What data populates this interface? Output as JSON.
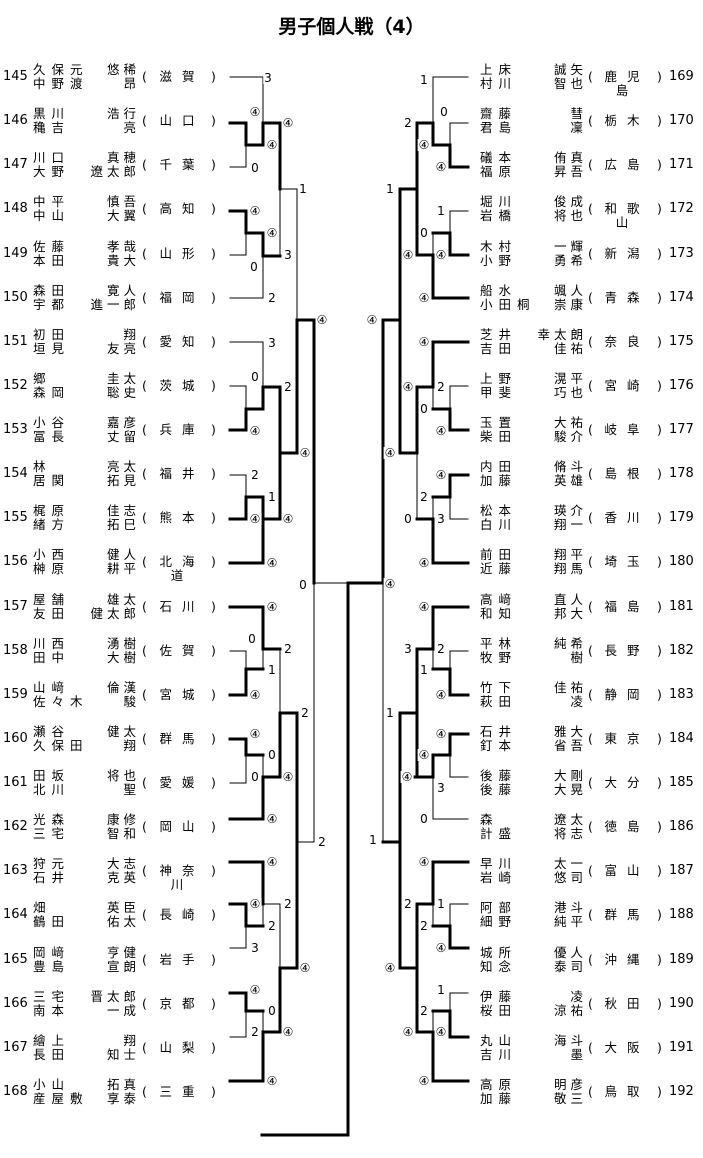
{
  "title": "男子個人戦（4）",
  "left_entries": [
    {
      "no": "145",
      "p1": [
        "久保元",
        "悠稀"
      ],
      "p2": [
        "中野渡",
        "昂"
      ],
      "pref": "滋賀"
    },
    {
      "no": "146",
      "p1": [
        "黒川",
        "浩行"
      ],
      "p2": [
        "穐吉",
        "亮"
      ],
      "pref": "山口"
    },
    {
      "no": "147",
      "p1": [
        "川口",
        "真穂"
      ],
      "p2": [
        "大野",
        "遼太郎"
      ],
      "pref": "千葉"
    },
    {
      "no": "148",
      "p1": [
        "中平",
        "慎吾"
      ],
      "p2": [
        "中山",
        "大翼"
      ],
      "pref": "高知"
    },
    {
      "no": "149",
      "p1": [
        "佐藤",
        "孝哉"
      ],
      "p2": [
        "本田",
        "貴大"
      ],
      "pref": "山形"
    },
    {
      "no": "150",
      "p1": [
        "森田",
        "寛人"
      ],
      "p2": [
        "宇都",
        "進一郎"
      ],
      "pref": "福岡"
    },
    {
      "no": "151",
      "p1": [
        "初田",
        "翔"
      ],
      "p2": [
        "垣見",
        "友亮"
      ],
      "pref": "愛知"
    },
    {
      "no": "152",
      "p1": [
        "郷",
        "圭太"
      ],
      "p2": [
        "森岡",
        "聡史"
      ],
      "pref": "茨城"
    },
    {
      "no": "153",
      "p1": [
        "小谷",
        "嘉彦"
      ],
      "p2": [
        "冨長",
        "丈留"
      ],
      "pref": "兵庫"
    },
    {
      "no": "154",
      "p1": [
        "林",
        "亮太"
      ],
      "p2": [
        "居関",
        "拓見"
      ],
      "pref": "福井"
    },
    {
      "no": "155",
      "p1": [
        "梶原",
        "佳志"
      ],
      "p2": [
        "緒方",
        "拓巳"
      ],
      "pref": "熊本"
    },
    {
      "no": "156",
      "p1": [
        "小西",
        "健人"
      ],
      "p2": [
        "榊原",
        "耕平"
      ],
      "pref": "北海道"
    },
    {
      "no": "157",
      "p1": [
        "屋舗",
        "雄太"
      ],
      "p2": [
        "友田",
        "健太郎"
      ],
      "pref": "石川"
    },
    {
      "no": "158",
      "p1": [
        "川西",
        "湧樹"
      ],
      "p2": [
        "田中",
        "大樹"
      ],
      "pref": "佐賀"
    },
    {
      "no": "159",
      "p1": [
        "山﨑",
        "倫漢"
      ],
      "p2": [
        "佐々木",
        "駿"
      ],
      "pref": "宮城"
    },
    {
      "no": "160",
      "p1": [
        "瀬谷",
        "健太"
      ],
      "p2": [
        "久保田",
        "翔"
      ],
      "pref": "群馬"
    },
    {
      "no": "161",
      "p1": [
        "田坂",
        "将也"
      ],
      "p2": [
        "北川",
        "聖"
      ],
      "pref": "愛媛"
    },
    {
      "no": "162",
      "p1": [
        "光森",
        "康修"
      ],
      "p2": [
        "三宅",
        "智和"
      ],
      "pref": "岡山"
    },
    {
      "no": "163",
      "p1": [
        "狩元",
        "大志"
      ],
      "p2": [
        "石井",
        "克英"
      ],
      "pref": "神奈川"
    },
    {
      "no": "164",
      "p1": [
        "畑",
        "英臣"
      ],
      "p2": [
        "鶴田",
        "佑太"
      ],
      "pref": "長崎"
    },
    {
      "no": "165",
      "p1": [
        "岡﨑",
        "亨健"
      ],
      "p2": [
        "豊島",
        "宣朗"
      ],
      "pref": "岩手"
    },
    {
      "no": "166",
      "p1": [
        "三宅",
        "晋太郎"
      ],
      "p2": [
        "南本",
        "一成"
      ],
      "pref": "京都"
    },
    {
      "no": "167",
      "p1": [
        "繪上",
        "翔"
      ],
      "p2": [
        "長田",
        "知士"
      ],
      "pref": "山梨"
    },
    {
      "no": "168",
      "p1": [
        "小山",
        "拓真"
      ],
      "p2": [
        "産屋敷",
        "享泰"
      ],
      "pref": "三重"
    }
  ],
  "right_entries": [
    {
      "no": "169",
      "p1": [
        "上床",
        "誠矢"
      ],
      "p2": [
        "村川",
        "智也"
      ],
      "pref": "鹿児島"
    },
    {
      "no": "170",
      "p1": [
        "齋藤",
        "彗"
      ],
      "p2": [
        "君島",
        "凜"
      ],
      "pref": "栃木"
    },
    {
      "no": "171",
      "p1": [
        "礒本",
        "侑真"
      ],
      "p2": [
        "福原",
        "昇吾"
      ],
      "pref": "広島"
    },
    {
      "no": "172",
      "p1": [
        "堀川",
        "俊成"
      ],
      "p2": [
        "岩橋",
        "将也"
      ],
      "pref": "和歌山"
    },
    {
      "no": "173",
      "p1": [
        "木村",
        "一輝"
      ],
      "p2": [
        "小野",
        "勇希"
      ],
      "pref": "新潟"
    },
    {
      "no": "174",
      "p1": [
        "船水",
        "颯人"
      ],
      "p2": [
        "小田桐",
        "崇康"
      ],
      "pref": "青森"
    },
    {
      "no": "175",
      "p1": [
        "芝井",
        "幸太朗"
      ],
      "p2": [
        "吉田",
        "佳祐"
      ],
      "pref": "奈良"
    },
    {
      "no": "176",
      "p1": [
        "上野",
        "滉平"
      ],
      "p2": [
        "甲斐",
        "巧也"
      ],
      "pref": "宮崎"
    },
    {
      "no": "177",
      "p1": [
        "玉置",
        "大祐"
      ],
      "p2": [
        "柴田",
        "駿介"
      ],
      "pref": "岐阜"
    },
    {
      "no": "178",
      "p1": [
        "内田",
        "脩斗"
      ],
      "p2": [
        "加藤",
        "英雄"
      ],
      "pref": "島根"
    },
    {
      "no": "179",
      "p1": [
        "松本",
        "瑛介"
      ],
      "p2": [
        "白川",
        "翔一"
      ],
      "pref": "香川"
    },
    {
      "no": "180",
      "p1": [
        "前田",
        "翔平"
      ],
      "p2": [
        "近藤",
        "翔馬"
      ],
      "pref": "埼玉"
    },
    {
      "no": "181",
      "p1": [
        "高﨑",
        "直人"
      ],
      "p2": [
        "和知",
        "邦大"
      ],
      "pref": "福島"
    },
    {
      "no": "182",
      "p1": [
        "平林",
        "純希"
      ],
      "p2": [
        "牧野",
        "樹"
      ],
      "pref": "長野"
    },
    {
      "no": "183",
      "p1": [
        "竹下",
        "佳祐"
      ],
      "p2": [
        "萩田",
        "凌"
      ],
      "pref": "静岡"
    },
    {
      "no": "184",
      "p1": [
        "石井",
        "雅大"
      ],
      "p2": [
        "釘本",
        "省吾"
      ],
      "pref": "東京"
    },
    {
      "no": "185",
      "p1": [
        "後藤",
        "大剛"
      ],
      "p2": [
        "後藤",
        "大晃"
      ],
      "pref": "大分"
    },
    {
      "no": "186",
      "p1": [
        "森",
        "遼太"
      ],
      "p2": [
        "計盛",
        "将志"
      ],
      "pref": "徳島"
    },
    {
      "no": "187",
      "p1": [
        "早川",
        "太一"
      ],
      "p2": [
        "岩崎",
        "悠司"
      ],
      "pref": "富山"
    },
    {
      "no": "188",
      "p1": [
        "阿部",
        "港斗"
      ],
      "p2": [
        "細野",
        "純平"
      ],
      "pref": "群馬"
    },
    {
      "no": "189",
      "p1": [
        "城所",
        "優人"
      ],
      "p2": [
        "知念",
        "泰司"
      ],
      "pref": "沖縄"
    },
    {
      "no": "190",
      "p1": [
        "伊藤",
        "凌"
      ],
      "p2": [
        "桜田",
        "涼祐"
      ],
      "pref": "秋田"
    },
    {
      "no": "191",
      "p1": [
        "丸山",
        "海斗"
      ],
      "p2": [
        "吉川",
        "墨"
      ],
      "pref": "大阪"
    },
    {
      "no": "192",
      "p1": [
        "高原",
        "明彦"
      ],
      "p2": [
        "加藤",
        "敬三"
      ],
      "pref": "鳥取"
    }
  ],
  "paren_open": "(",
  "paren_close": ")",
  "scores": [
    "3",
    "④",
    "0",
    "④",
    "④",
    "1",
    "④",
    "④",
    "0",
    "3",
    "2",
    "④",
    "3",
    "0",
    "④",
    "2",
    "④",
    "2",
    "1",
    "④",
    "④",
    "④",
    "0",
    "④",
    "0",
    "1",
    "④",
    "2",
    "2",
    "④",
    "0",
    "0",
    "④",
    "④",
    "2",
    "④",
    "④",
    "2",
    "2",
    "3",
    "④",
    "④",
    "0",
    "2",
    "④",
    "④",
    "④",
    "1",
    "2",
    "0",
    "④",
    "④",
    "1",
    "1",
    "0",
    "④",
    "④",
    "④",
    "④",
    "④",
    "2",
    "0",
    "④",
    "④",
    "④",
    "2",
    "3",
    "0",
    "④",
    "④",
    "④",
    "3",
    "2",
    "1",
    "④",
    "1",
    "④",
    "④",
    "④",
    "3",
    "0",
    "1",
    "④",
    "2",
    "1",
    "2",
    "④",
    "④",
    "1",
    "2",
    "④",
    "④",
    "④"
  ]
}
